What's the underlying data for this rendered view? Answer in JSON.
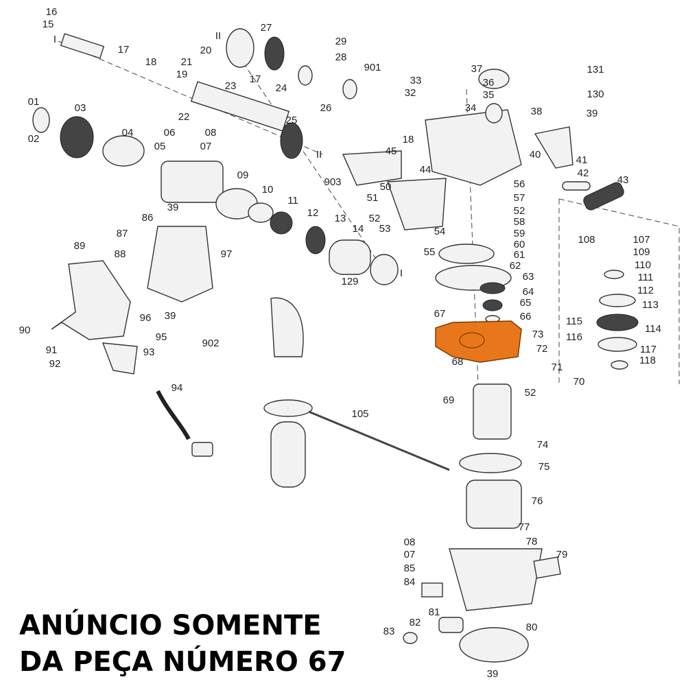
{
  "diagram": {
    "highlight_part": "67",
    "highlight_color": "#e8771c",
    "part_labels": [
      "16",
      "15",
      "I",
      "17",
      "18",
      "19",
      "21",
      "20",
      "II",
      "27",
      "17",
      "24",
      "23",
      "22",
      "29",
      "28",
      "901",
      "26",
      "33",
      "32",
      "37",
      "36",
      "35",
      "34",
      "131",
      "130",
      "39",
      "38",
      "01",
      "03",
      "02",
      "04",
      "06",
      "08",
      "07",
      "05",
      "25",
      "II",
      "45",
      "18",
      "44",
      "40",
      "41",
      "42",
      "43",
      "903",
      "50",
      "09",
      "10",
      "11",
      "12",
      "13",
      "14",
      "39",
      "86",
      "51",
      "52",
      "53",
      "56",
      "57",
      "52",
      "58",
      "59",
      "60",
      "61",
      "62",
      "63",
      "64",
      "65",
      "66",
      "54",
      "55",
      "87",
      "89",
      "88",
      "97",
      "108",
      "107",
      "109",
      "110",
      "111",
      "112",
      "113",
      "114",
      "115",
      "116",
      "117",
      "118",
      "129",
      "I",
      "96",
      "39",
      "95",
      "90",
      "91",
      "92",
      "93",
      "902",
      "67",
      "73",
      "72",
      "68",
      "71",
      "70",
      "52",
      "69",
      "105",
      "94",
      "74",
      "75",
      "76",
      "77",
      "78",
      "79",
      "08",
      "07",
      "85",
      "84",
      "81",
      "82",
      "83",
      "80",
      "39"
    ]
  },
  "notice": {
    "line1": "ANÚNCIO SOMENTE",
    "line2": "DA PEÇA NÚMERO 67"
  }
}
